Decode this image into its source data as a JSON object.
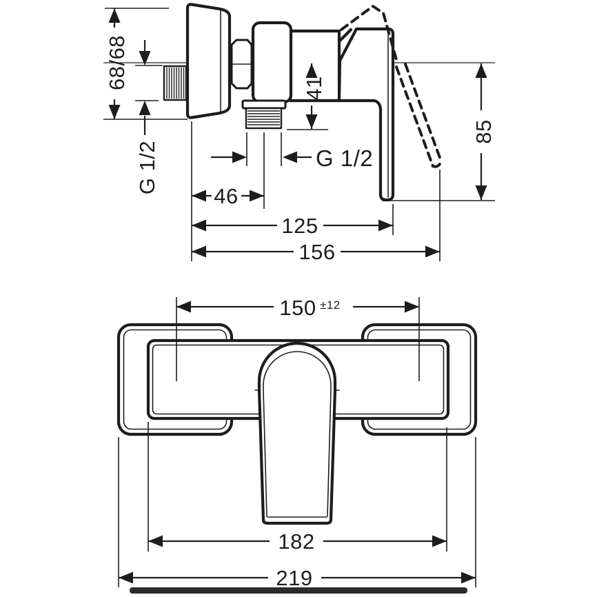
{
  "colors": {
    "line": "#1d1d1d",
    "background": "#ffffff",
    "footer_bar": "#2b2b2b"
  },
  "side_view": {
    "labels": {
      "mount_height": "68/68",
      "wall_thread": "G 1/2",
      "outlet_drop": "41",
      "outlet_thread": "G 1/2",
      "wall_to_outlet": "46",
      "wall_to_handle": "125",
      "total_depth": "156",
      "handle_length": "85"
    }
  },
  "front_view": {
    "labels": {
      "connection_distance": "150",
      "tolerance": "±12",
      "body_width": "182",
      "total_width": "219"
    }
  }
}
